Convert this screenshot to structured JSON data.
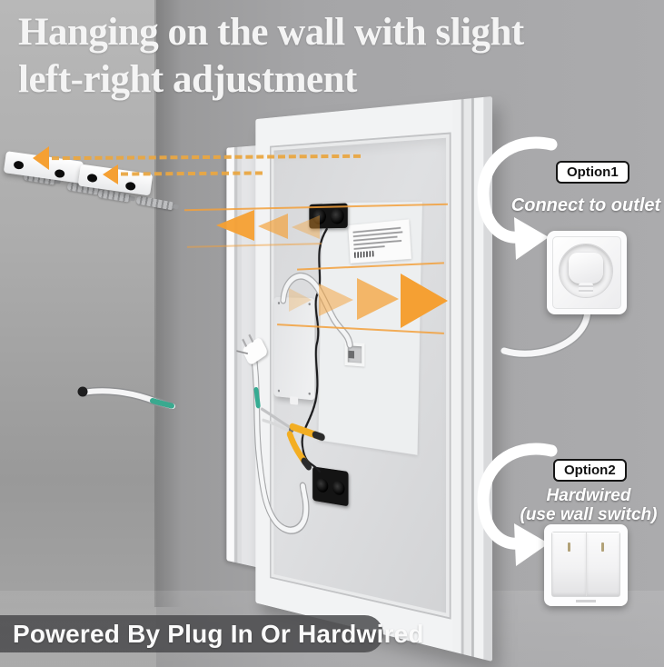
{
  "title": {
    "line1": "Hanging on the wall with slight",
    "line2": "left-right adjustment"
  },
  "annotations": {
    "option1": {
      "badge": "Option1",
      "description": "Connect to outlet"
    },
    "option2": {
      "badge": "Option2",
      "description_line1": "Hardwired",
      "description_line2": "(use wall switch)"
    }
  },
  "banner": {
    "text": "Powered By Plug In Or Hardwired"
  },
  "colors": {
    "accent_orange": "#F5A033",
    "dashed_orange": "#E9A743",
    "wall_gray": "#A5A5A7",
    "banner_background": "rgba(74,74,76,0.85)",
    "title_text": "#F4F4F4",
    "pliers_yellow": "#F3AE22",
    "cable_green_band": "#3AA98F",
    "curved_arrow_white": "#FFFFFF"
  },
  "icons": {
    "curved-arrow": "white C-shaped arrow stroke with triangular head",
    "adjust-arrow-left": "orange css triangle pointing left",
    "adjust-arrow-right": "orange css triangle pointing right",
    "dashed-guide-line": "orange dashed alignment line",
    "outlet": "EU wall outlet with inserted plug (css shapes)",
    "wall-switch": "double rocker wall switch (css shapes)",
    "mounting-bracket": "white wall bracket bar with screw anchors",
    "power-plug": "white two-pin power plug",
    "pliers": "yellow-handled pliers (svg strokes)",
    "speaker-box": "black dual-port box on mirror back",
    "junction-box": "white led driver box",
    "power-cord": "white cable with green band"
  }
}
